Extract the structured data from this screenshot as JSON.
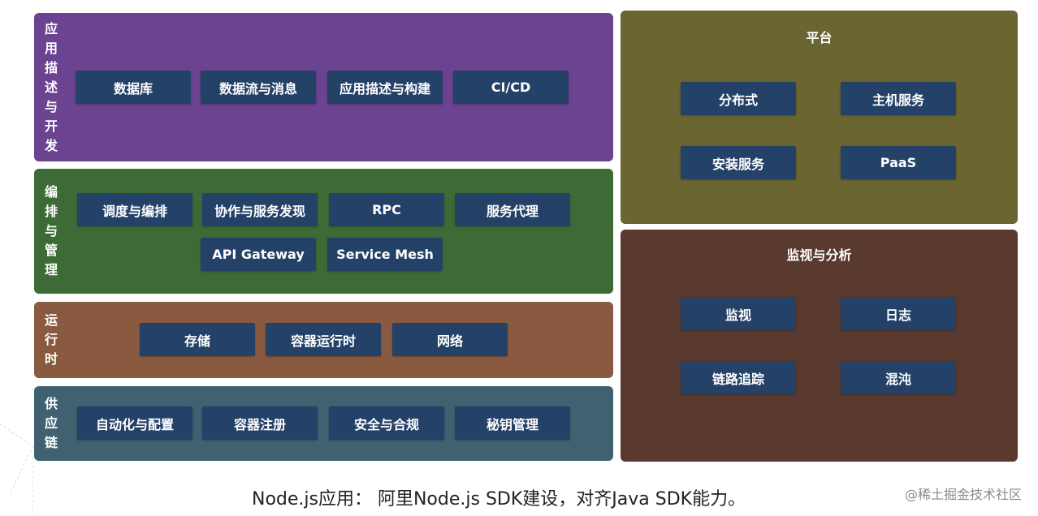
{
  "colors": {
    "app": "#6b4391",
    "orchestration": "#3d6b35",
    "runtime": "#8a5a40",
    "supply": "#3f6170",
    "platform": "#6b6532",
    "monitor": "#5a3a2e",
    "box": "#244168"
  },
  "layers": {
    "app": {
      "label": "应\n用\n描\n述\n与\n开\n发",
      "items": [
        "数据库",
        "数据流与消息",
        "应用描述与构建",
        "CI/CD"
      ]
    },
    "orchestration": {
      "label": "编\n排\n与\n管\n理",
      "items": [
        "调度与编排",
        "协作与服务发现",
        "RPC",
        "服务代理",
        "API Gateway",
        "Service Mesh"
      ]
    },
    "runtime": {
      "label": "运\n行\n时",
      "items": [
        "存储",
        "容器运行时",
        "网络"
      ]
    },
    "supply": {
      "label": "供\n应\n链",
      "items": [
        "自动化与配置",
        "容器注册",
        "安全与合规",
        "秘钥管理"
      ]
    }
  },
  "platform": {
    "title": "平台",
    "items": [
      "分布式",
      "主机服务",
      "安装服务",
      "PaaS"
    ]
  },
  "monitor": {
    "title": "监视与分析",
    "items": [
      "监视",
      "日志",
      "链路追踪",
      "混沌"
    ]
  },
  "caption": "Node.js应用： 阿里Node.js SDK建设，对齐Java SDK能力。",
  "watermark": "@稀土掘金技术社区"
}
